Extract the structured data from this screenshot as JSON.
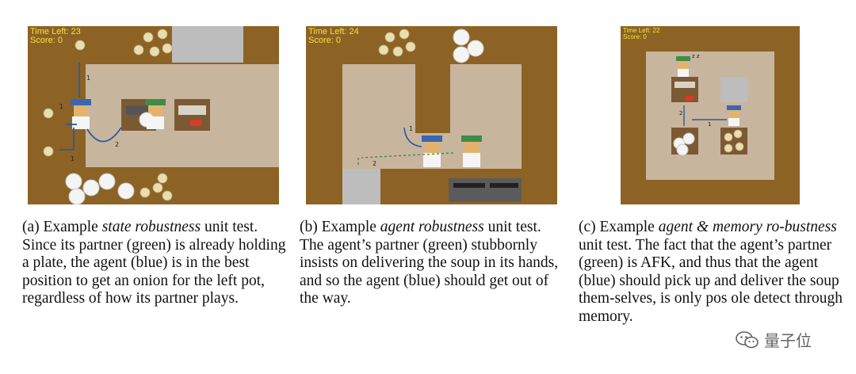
{
  "panels": [
    {
      "hud": {
        "time": "Time Left: 23",
        "score": "Score: 0"
      },
      "arrow_labels": [
        "1",
        "1",
        "2",
        "1"
      ],
      "caption": {
        "prefix": "(a) Example ",
        "emph": "state robustness",
        "rest": " unit test.  Since its partner (green) is already holding a plate, the agent (blue) is in the best position to get an onion for the left pot, regardless of how its partner plays."
      }
    },
    {
      "hud": {
        "time": "Time Left: 24",
        "score": "Score: 0"
      },
      "arrow_labels": [
        "1",
        "2"
      ],
      "caption": {
        "prefix": "(b) Example ",
        "emph": "agent robustness",
        "rest": " unit test.  The agent’s partner (green) stubbornly insists on delivering the soup in its hands, and so the agent (blue) should get out of the way."
      }
    },
    {
      "hud": {
        "time": "Time Left: 22",
        "score": "Score: 0"
      },
      "arrow_labels": [
        "2",
        "1"
      ],
      "sleep_mark": "z z",
      "caption": {
        "prefix": "(c) Example ",
        "emph": "agent & memory ro-bustness",
        "rest": " unit test.  The fact that the agent’s partner (green) is AFK, and thus that the agent (blue) should pick up and deliver the soup them-selves, is only pos  ole  detect through memory."
      }
    }
  ],
  "watermark": {
    "text": "量子位",
    "icon": "wechat-icon"
  },
  "colors": {
    "floor": "#8c6325",
    "counter": "#c8b59e",
    "chef_blue": "#3a66b4",
    "chef_green": "#3f8a4a",
    "arrow": "#2d5a9c",
    "hud": "#f2e43a"
  }
}
